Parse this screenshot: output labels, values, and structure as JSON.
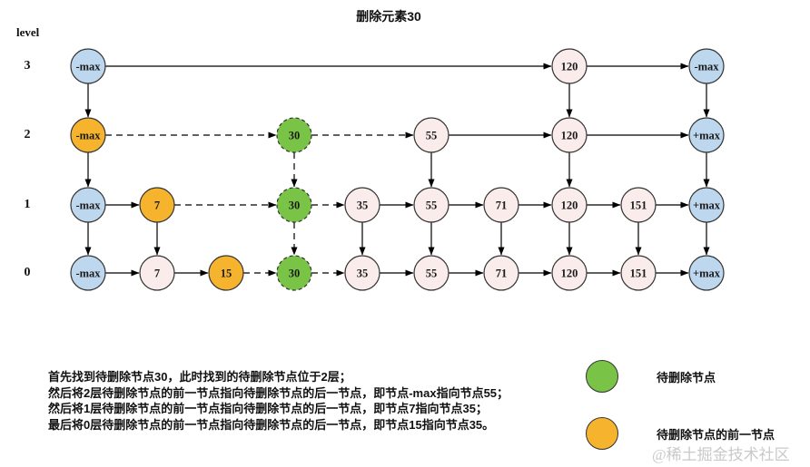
{
  "title": "删除元素30",
  "level_label": "level",
  "levels": [
    "3",
    "2",
    "1",
    "0"
  ],
  "colors": {
    "blue": "#BDD7EE",
    "orange": "#F6B32E",
    "pink": "#F9ECEB",
    "green": "#79C447",
    "node_stroke": "#333333",
    "edge": "#000000",
    "text": "#1A1A1A",
    "watermark": "#C9C9C9"
  },
  "diagram": {
    "radius": 19,
    "row_y": {
      "3": 73,
      "2": 149,
      "1": 226,
      "0": 301
    },
    "col_x": [
      97,
      173,
      249,
      324,
      399,
      475,
      552,
      627,
      703,
      778
    ],
    "nodes": [
      {
        "level": "3",
        "col": 0,
        "value": "-max",
        "color": "blue"
      },
      {
        "level": "3",
        "col": 7,
        "value": "120",
        "color": "pink"
      },
      {
        "level": "3",
        "col": 9,
        "value": "-max",
        "color": "blue"
      },
      {
        "level": "2",
        "col": 0,
        "value": "-max",
        "color": "orange"
      },
      {
        "level": "2",
        "col": 3,
        "value": "30",
        "color": "green"
      },
      {
        "level": "2",
        "col": 5,
        "value": "55",
        "color": "pink"
      },
      {
        "level": "2",
        "col": 7,
        "value": "120",
        "color": "pink"
      },
      {
        "level": "2",
        "col": 9,
        "value": "+max",
        "color": "blue"
      },
      {
        "level": "1",
        "col": 0,
        "value": "-max",
        "color": "blue"
      },
      {
        "level": "1",
        "col": 1,
        "value": "7",
        "color": "orange"
      },
      {
        "level": "1",
        "col": 3,
        "value": "30",
        "color": "green"
      },
      {
        "level": "1",
        "col": 4,
        "value": "35",
        "color": "pink"
      },
      {
        "level": "1",
        "col": 5,
        "value": "55",
        "color": "pink"
      },
      {
        "level": "1",
        "col": 6,
        "value": "71",
        "color": "pink"
      },
      {
        "level": "1",
        "col": 7,
        "value": "120",
        "color": "pink"
      },
      {
        "level": "1",
        "col": 8,
        "value": "151",
        "color": "pink"
      },
      {
        "level": "1",
        "col": 9,
        "value": "+max",
        "color": "blue"
      },
      {
        "level": "0",
        "col": 0,
        "value": "-max",
        "color": "blue"
      },
      {
        "level": "0",
        "col": 1,
        "value": "7",
        "color": "pink"
      },
      {
        "level": "0",
        "col": 2,
        "value": "15",
        "color": "orange"
      },
      {
        "level": "0",
        "col": 3,
        "value": "30",
        "color": "green"
      },
      {
        "level": "0",
        "col": 4,
        "value": "35",
        "color": "pink"
      },
      {
        "level": "0",
        "col": 5,
        "value": "55",
        "color": "pink"
      },
      {
        "level": "0",
        "col": 6,
        "value": "71",
        "color": "pink"
      },
      {
        "level": "0",
        "col": 7,
        "value": "120",
        "color": "pink"
      },
      {
        "level": "0",
        "col": 8,
        "value": "151",
        "color": "pink"
      },
      {
        "level": "0",
        "col": 9,
        "value": "+max",
        "color": "blue"
      }
    ],
    "edges": [
      {
        "dir": "h",
        "level": "3",
        "from": 0,
        "to": 7,
        "style": "solid"
      },
      {
        "dir": "h",
        "level": "3",
        "from": 7,
        "to": 9,
        "style": "solid"
      },
      {
        "dir": "h",
        "level": "2",
        "from": 0,
        "to": 3,
        "style": "dashed"
      },
      {
        "dir": "h",
        "level": "2",
        "from": 3,
        "to": 5,
        "style": "dashed"
      },
      {
        "dir": "h",
        "level": "2",
        "from": 5,
        "to": 7,
        "style": "solid"
      },
      {
        "dir": "h",
        "level": "2",
        "from": 7,
        "to": 9,
        "style": "solid"
      },
      {
        "dir": "h",
        "level": "1",
        "from": 0,
        "to": 1,
        "style": "solid"
      },
      {
        "dir": "h",
        "level": "1",
        "from": 1,
        "to": 3,
        "style": "dashed"
      },
      {
        "dir": "h",
        "level": "1",
        "from": 3,
        "to": 4,
        "style": "dashed"
      },
      {
        "dir": "h",
        "level": "1",
        "from": 4,
        "to": 5,
        "style": "solid"
      },
      {
        "dir": "h",
        "level": "1",
        "from": 5,
        "to": 6,
        "style": "solid"
      },
      {
        "dir": "h",
        "level": "1",
        "from": 6,
        "to": 7,
        "style": "solid"
      },
      {
        "dir": "h",
        "level": "1",
        "from": 7,
        "to": 8,
        "style": "solid"
      },
      {
        "dir": "h",
        "level": "1",
        "from": 8,
        "to": 9,
        "style": "solid"
      },
      {
        "dir": "h",
        "level": "0",
        "from": 0,
        "to": 1,
        "style": "solid"
      },
      {
        "dir": "h",
        "level": "0",
        "from": 1,
        "to": 2,
        "style": "solid"
      },
      {
        "dir": "h",
        "level": "0",
        "from": 2,
        "to": 3,
        "style": "dashed"
      },
      {
        "dir": "h",
        "level": "0",
        "from": 3,
        "to": 4,
        "style": "dashed"
      },
      {
        "dir": "h",
        "level": "0",
        "from": 4,
        "to": 5,
        "style": "solid"
      },
      {
        "dir": "h",
        "level": "0",
        "from": 5,
        "to": 6,
        "style": "solid"
      },
      {
        "dir": "h",
        "level": "0",
        "from": 6,
        "to": 7,
        "style": "solid"
      },
      {
        "dir": "h",
        "level": "0",
        "from": 7,
        "to": 8,
        "style": "solid"
      },
      {
        "dir": "h",
        "level": "0",
        "from": 8,
        "to": 9,
        "style": "solid"
      },
      {
        "dir": "v",
        "col": 0,
        "from": "3",
        "to": "2",
        "style": "solid"
      },
      {
        "dir": "v",
        "col": 0,
        "from": "2",
        "to": "1",
        "style": "solid"
      },
      {
        "dir": "v",
        "col": 0,
        "from": "1",
        "to": "0",
        "style": "solid"
      },
      {
        "dir": "v",
        "col": 1,
        "from": "1",
        "to": "0",
        "style": "solid"
      },
      {
        "dir": "v",
        "col": 3,
        "from": "2",
        "to": "1",
        "style": "dashed"
      },
      {
        "dir": "v",
        "col": 3,
        "from": "1",
        "to": "0",
        "style": "dashed"
      },
      {
        "dir": "v",
        "col": 4,
        "from": "1",
        "to": "0",
        "style": "solid"
      },
      {
        "dir": "v",
        "col": 5,
        "from": "2",
        "to": "1",
        "style": "solid"
      },
      {
        "dir": "v",
        "col": 5,
        "from": "1",
        "to": "0",
        "style": "solid"
      },
      {
        "dir": "v",
        "col": 6,
        "from": "1",
        "to": "0",
        "style": "solid"
      },
      {
        "dir": "v",
        "col": 7,
        "from": "3",
        "to": "2",
        "style": "solid"
      },
      {
        "dir": "v",
        "col": 7,
        "from": "2",
        "to": "1",
        "style": "solid"
      },
      {
        "dir": "v",
        "col": 7,
        "from": "1",
        "to": "0",
        "style": "solid"
      },
      {
        "dir": "v",
        "col": 8,
        "from": "1",
        "to": "0",
        "style": "solid"
      },
      {
        "dir": "v",
        "col": 9,
        "from": "3",
        "to": "2",
        "style": "solid"
      },
      {
        "dir": "v",
        "col": 9,
        "from": "2",
        "to": "1",
        "style": "solid"
      },
      {
        "dir": "v",
        "col": 9,
        "from": "1",
        "to": "0",
        "style": "solid"
      }
    ]
  },
  "legend": [
    {
      "color": "green",
      "label": "待删除节点"
    },
    {
      "color": "orange",
      "label": "待删除节点的前一节点"
    }
  ],
  "notes": [
    "首先找到待删除节点30，此时找到的待删除节点位于2层；",
    "然后将2层待删除节点的前一节点指向待删除节点的后一节点，即节点-max指向节点55；",
    "然后将1层待删除节点的前一节点指向待删除节点的后一节点，即节点7指向节点35；",
    "最后将0层待删除节点的前一节点指向待删除节点的后一节点，即节点15指向节点35。"
  ],
  "watermark": "@稀土掘金技术社区"
}
